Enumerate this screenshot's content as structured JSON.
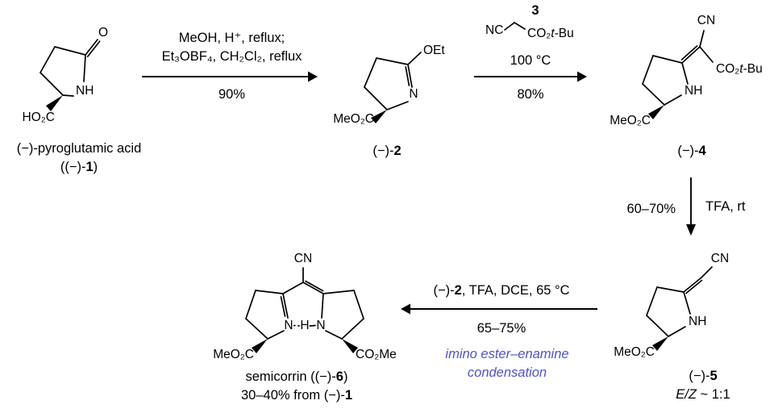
{
  "page": {
    "bg": "#ffffff",
    "ink": "#000000",
    "note_color": "#5050cd"
  },
  "compound1": {
    "o": "O",
    "nh": "NH",
    "acid": "HO₂C",
    "caption1": "(−)-pyroglutamic acid",
    "caption2_pre": "((−)-",
    "caption2_bold": "1",
    "caption2_post": ")"
  },
  "arrow1": {
    "line1": "MeOH, H⁺, reflux;",
    "line2": "Et₃OBF₄, CH₂Cl₂, reflux",
    "yield": "90%"
  },
  "compound2": {
    "oet": "OEt",
    "n": "N",
    "ester": "MeO₂C",
    "caption_pre": "(−)-",
    "caption_bold": "2"
  },
  "reagent3": {
    "num": "3",
    "nc": "NC",
    "ester_pre": "CO₂",
    "ester_it": "t",
    "ester_post": "-Bu"
  },
  "arrow2": {
    "temp": "100 °C",
    "yield": "80%"
  },
  "compound4": {
    "cn": "CN",
    "ester_pre": "CO₂",
    "ester_it": "t",
    "ester_post": "-Bu",
    "nh": "NH",
    "ester2": "MeO₂C",
    "caption_pre": "(−)-",
    "caption_bold": "4"
  },
  "arrow_down": {
    "yield": "60–70%",
    "cond": "TFA, rt"
  },
  "compound5": {
    "cn": "CN",
    "nh": "NH",
    "ester": "MeO₂C",
    "caption_pre": "(−)-",
    "caption_bold": "5",
    "ez_it": "E/Z",
    "ez_rest": " ~ 1:1"
  },
  "arrow3": {
    "cond_pre": "(−)-",
    "cond_bold": "2",
    "cond_post": ", TFA, DCE, 65 °C",
    "yield": "65–75%",
    "note1": "imino ester–enamine",
    "note2": "condensation"
  },
  "compound6": {
    "cn": "CN",
    "n_left": "N",
    "h": "H",
    "n_right": "N",
    "ester_left": "MeO₂C",
    "ester_right": "CO₂Me",
    "caption1_pre": "semicorrin ((−)-",
    "caption1_bold": "6",
    "caption1_post": ")",
    "caption2_pre": "30–40% from (−)-",
    "caption2_bold": "1"
  }
}
